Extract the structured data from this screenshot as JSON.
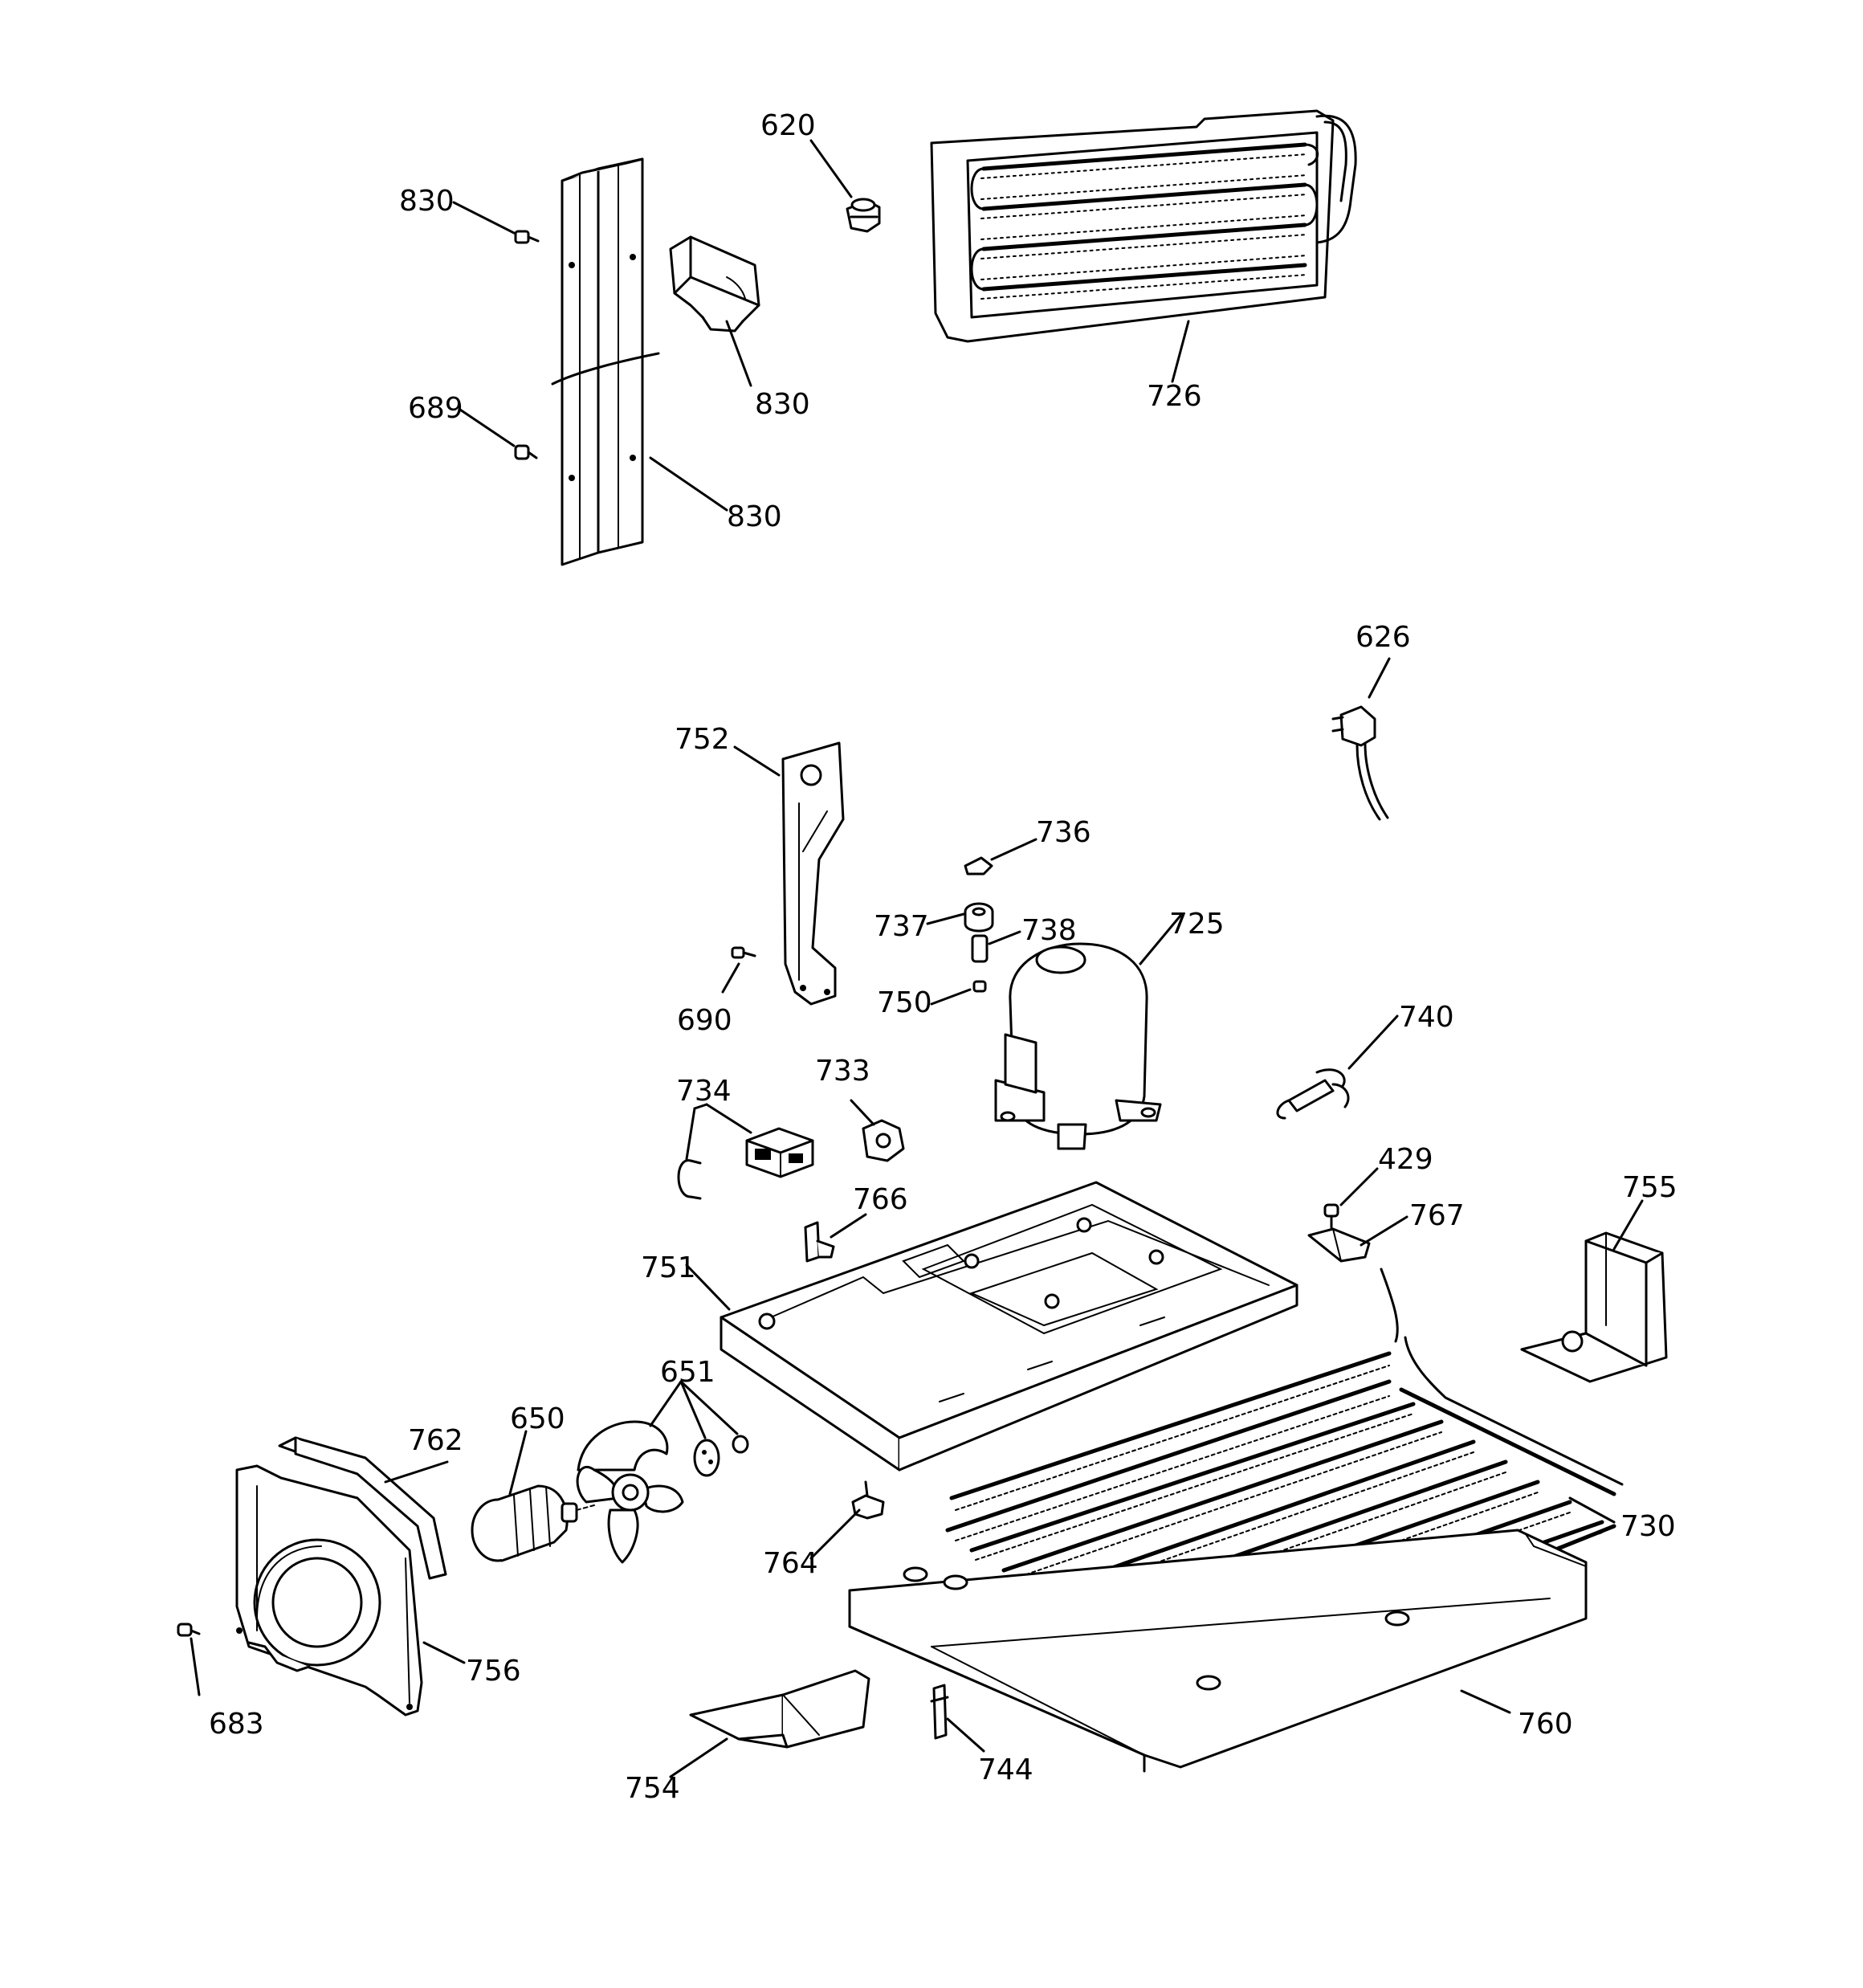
{
  "callouts": {
    "c830a": "830",
    "c689": "689",
    "c620": "620",
    "c830b": "830",
    "c830c": "830",
    "c726": "726",
    "c626": "626",
    "c752": "752",
    "c736": "736",
    "c737": "737",
    "c738": "738",
    "c725": "725",
    "c690": "690",
    "c750": "750",
    "c740": "740",
    "c734": "734",
    "c733": "733",
    "c429": "429",
    "c755": "755",
    "c766": "766",
    "c767": "767",
    "c751": "751",
    "c651": "651",
    "c762": "762",
    "c650": "650",
    "c730": "730",
    "c764": "764",
    "c683": "683",
    "c756": "756",
    "c760": "760",
    "c754": "754",
    "c744": "744"
  },
  "colors": {
    "line": "#000000",
    "background": "#ffffff"
  }
}
